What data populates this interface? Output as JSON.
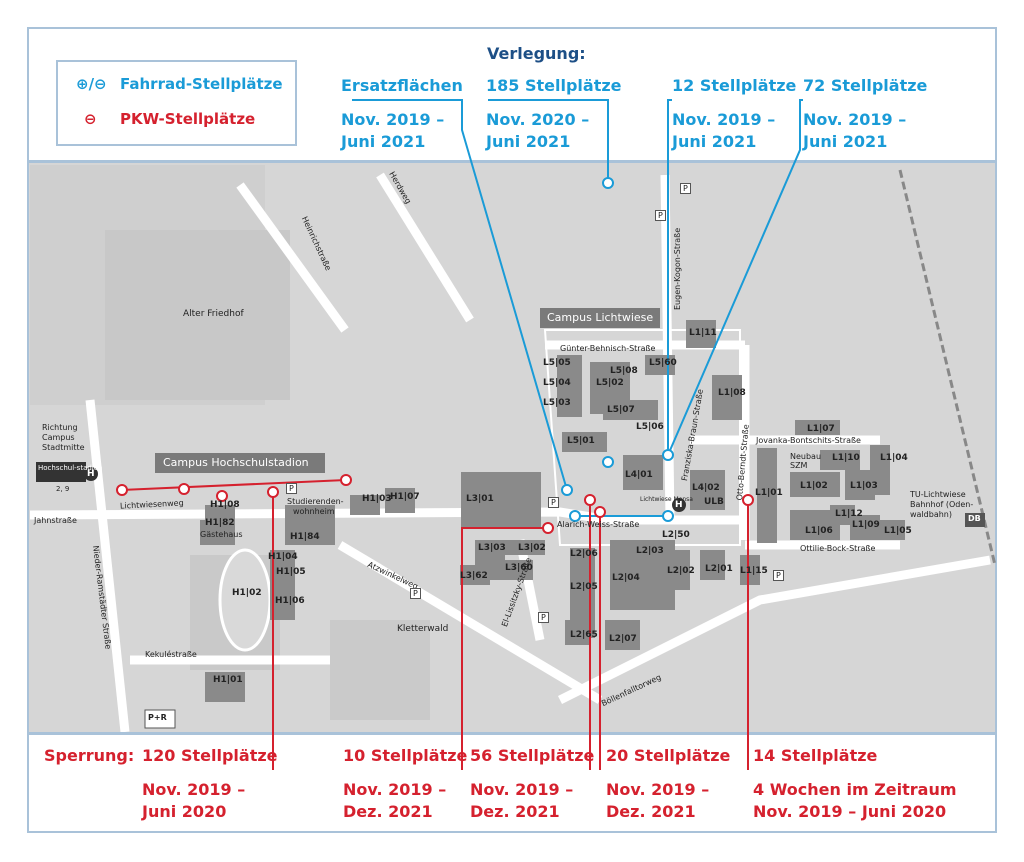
{
  "header": {
    "title": "Verlegung:"
  },
  "legend": {
    "bike_symbol": "⊕/⊖",
    "bike_label": "Fahrrad-Stellplätze",
    "car_symbol": "⊖",
    "car_label": "PKW-Stellplätze"
  },
  "relocations": [
    {
      "title": "Ersatzflächen",
      "period1": "Nov. 2019 –",
      "period2": "Juni 2021"
    },
    {
      "title": "185 Stellplätze",
      "period1": "Nov. 2020 –",
      "period2": "Juni 2021"
    },
    {
      "title": "12 Stellplätze",
      "period1": "Nov. 2019 –",
      "period2": "Juni 2021"
    },
    {
      "title": "72 Stellplätze",
      "period1": "Nov. 2019 –",
      "period2": "Juni 2021"
    }
  ],
  "closures": {
    "label": "Sperrung:",
    "items": [
      {
        "title": "120 Stellplätze",
        "period1": "Nov. 2019 –",
        "period2": "Juni 2020"
      },
      {
        "title": "10 Stellplätze",
        "period1": "Nov. 2019 –",
        "period2": "Dez. 2021"
      },
      {
        "title": "56 Stellplätze",
        "period1": "Nov. 2019 –",
        "period2": "Dez. 2021"
      },
      {
        "title": "20 Stellplätze",
        "period1": "Nov. 2019 –",
        "period2": "Dez. 2021"
      },
      {
        "title": "14 Stellplätze",
        "period1": "4 Wochen im Zeitraum",
        "period2": "Nov. 2019 – Juni 2020"
      }
    ]
  },
  "map": {
    "campus_lichtwiese": "Campus Lichtwiese",
    "campus_hochschulstadion": "Campus Hochschulstadion",
    "alter_friedhof": "Alter Friedhof",
    "richtung": "Richtung",
    "campus": "Campus",
    "stadtmitte": "Stadtmitte",
    "hochschulstadion_stop": "Hochschul-stadion",
    "stop_lines": "2, 9",
    "streets": {
      "guenter": "Günter-Behnisch-Straße",
      "eugen": "Eugen-Kogon-Straße",
      "franziska": "Franziska-Braun-Straße",
      "otto": "Otto-Berndt-Straße",
      "jovanka": "Jovanka-Bontschits-Straße",
      "ottilie": "Ottilie-Bock-Straße",
      "alarich": "Alarich-Weiss-Straße",
      "lichtwiesenweg": "Lichtwiesenweg",
      "jahnstrasse": "Jahnstraße",
      "nieder_ramstaedter": "Nieder-Ramstädter Straße",
      "kekule": "Kekuléstraße",
      "atzwinkelweg": "Atzwinkelweg",
      "el_lissitzky": "El-Lissitzky-Straße",
      "boellenfalltorweg": "Böllenfalltorweg",
      "heinrichstrasse": "Heinrichstraße",
      "herdweg": "Herdweg"
    },
    "places": {
      "kletterwald": "Kletterwald",
      "gaestehaus": "Gästehaus",
      "studierendenwohnheim_1": "Studierenden-",
      "studierendenwohnheim_2": "wohnheim",
      "neubau": "Neubau",
      "szm": "SZM",
      "ulb": "ULB",
      "mensa": "Lichtwiese Mensa",
      "bahnhof_1": "TU-Lichtwiese",
      "bahnhof_2": "Bahnhof (Oden-",
      "bahnhof_3": "waldbahn)",
      "db": "DB",
      "p": "P",
      "pr": "P+R",
      "h": "H"
    },
    "buildings": [
      "L1|11",
      "L5|05",
      "L5|08",
      "L5|60",
      "L5|04",
      "L5|02",
      "L5|03",
      "L5|07",
      "L1|08",
      "L5|06",
      "L5|01",
      "L1|07",
      "L4|01",
      "L4|02",
      "L1|10",
      "L1|04",
      "L1|02",
      "L1|03",
      "L1|01",
      "L3|01",
      "L1|12",
      "L1|09",
      "L1|06",
      "L1|05",
      "L2|50",
      "L2|03",
      "L2|06",
      "L3|03",
      "L3|02",
      "L3|62",
      "L3|60",
      "L2|02",
      "L2|01",
      "L2|04",
      "L2|05",
      "L1|15",
      "L2|65",
      "L2|07",
      "H1|08",
      "H1|03",
      "H1|07",
      "H1|82",
      "H1|84",
      "H1|04",
      "H1|05",
      "H1|02",
      "H1|06",
      "H1|01"
    ]
  }
}
